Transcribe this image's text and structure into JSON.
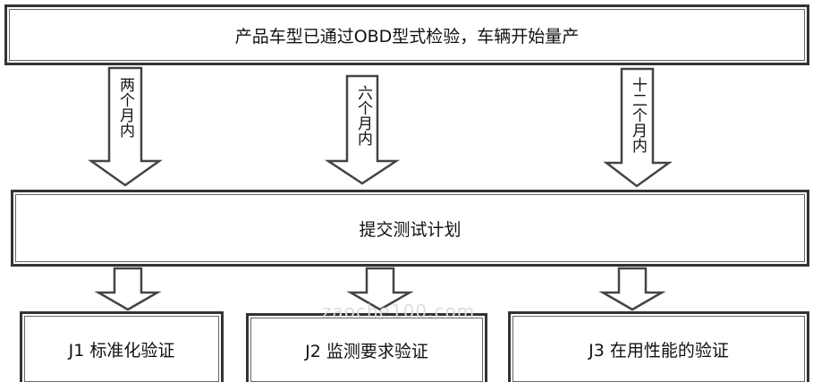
{
  "top_box": {
    "label": "产品车型已通过OBD型式检验，车辆开始量产"
  },
  "arrows": [
    {
      "label": "两个月内"
    },
    {
      "label": "六个月内"
    },
    {
      "label": "十二个月内"
    }
  ],
  "middle_box": {
    "label": "提交测试计划"
  },
  "bottom_boxes": [
    {
      "label": "J1 标准化验证"
    },
    {
      "label": "J2 监测要求验证"
    },
    {
      "label": "J3 在用性能的验证"
    }
  ],
  "watermark": "zaoche100.com"
}
